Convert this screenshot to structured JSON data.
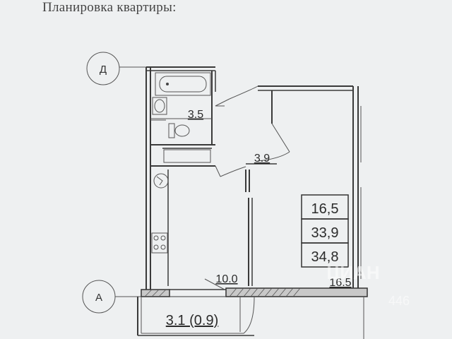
{
  "title": "Планировка квартиры:",
  "axes": {
    "top": "Д",
    "bottom": "А"
  },
  "rooms": {
    "bathroom_area": "3.5",
    "hall_area": "3.9",
    "kitchen_area": "10.0",
    "room_area": "16.5",
    "balcony_area": "3.1 (0.9)"
  },
  "summary": {
    "living": "16,5",
    "total": "33,9",
    "total_with_balcony": "34,8"
  },
  "watermark": {
    "brand": "ЦИАН",
    "id": "446"
  }
}
